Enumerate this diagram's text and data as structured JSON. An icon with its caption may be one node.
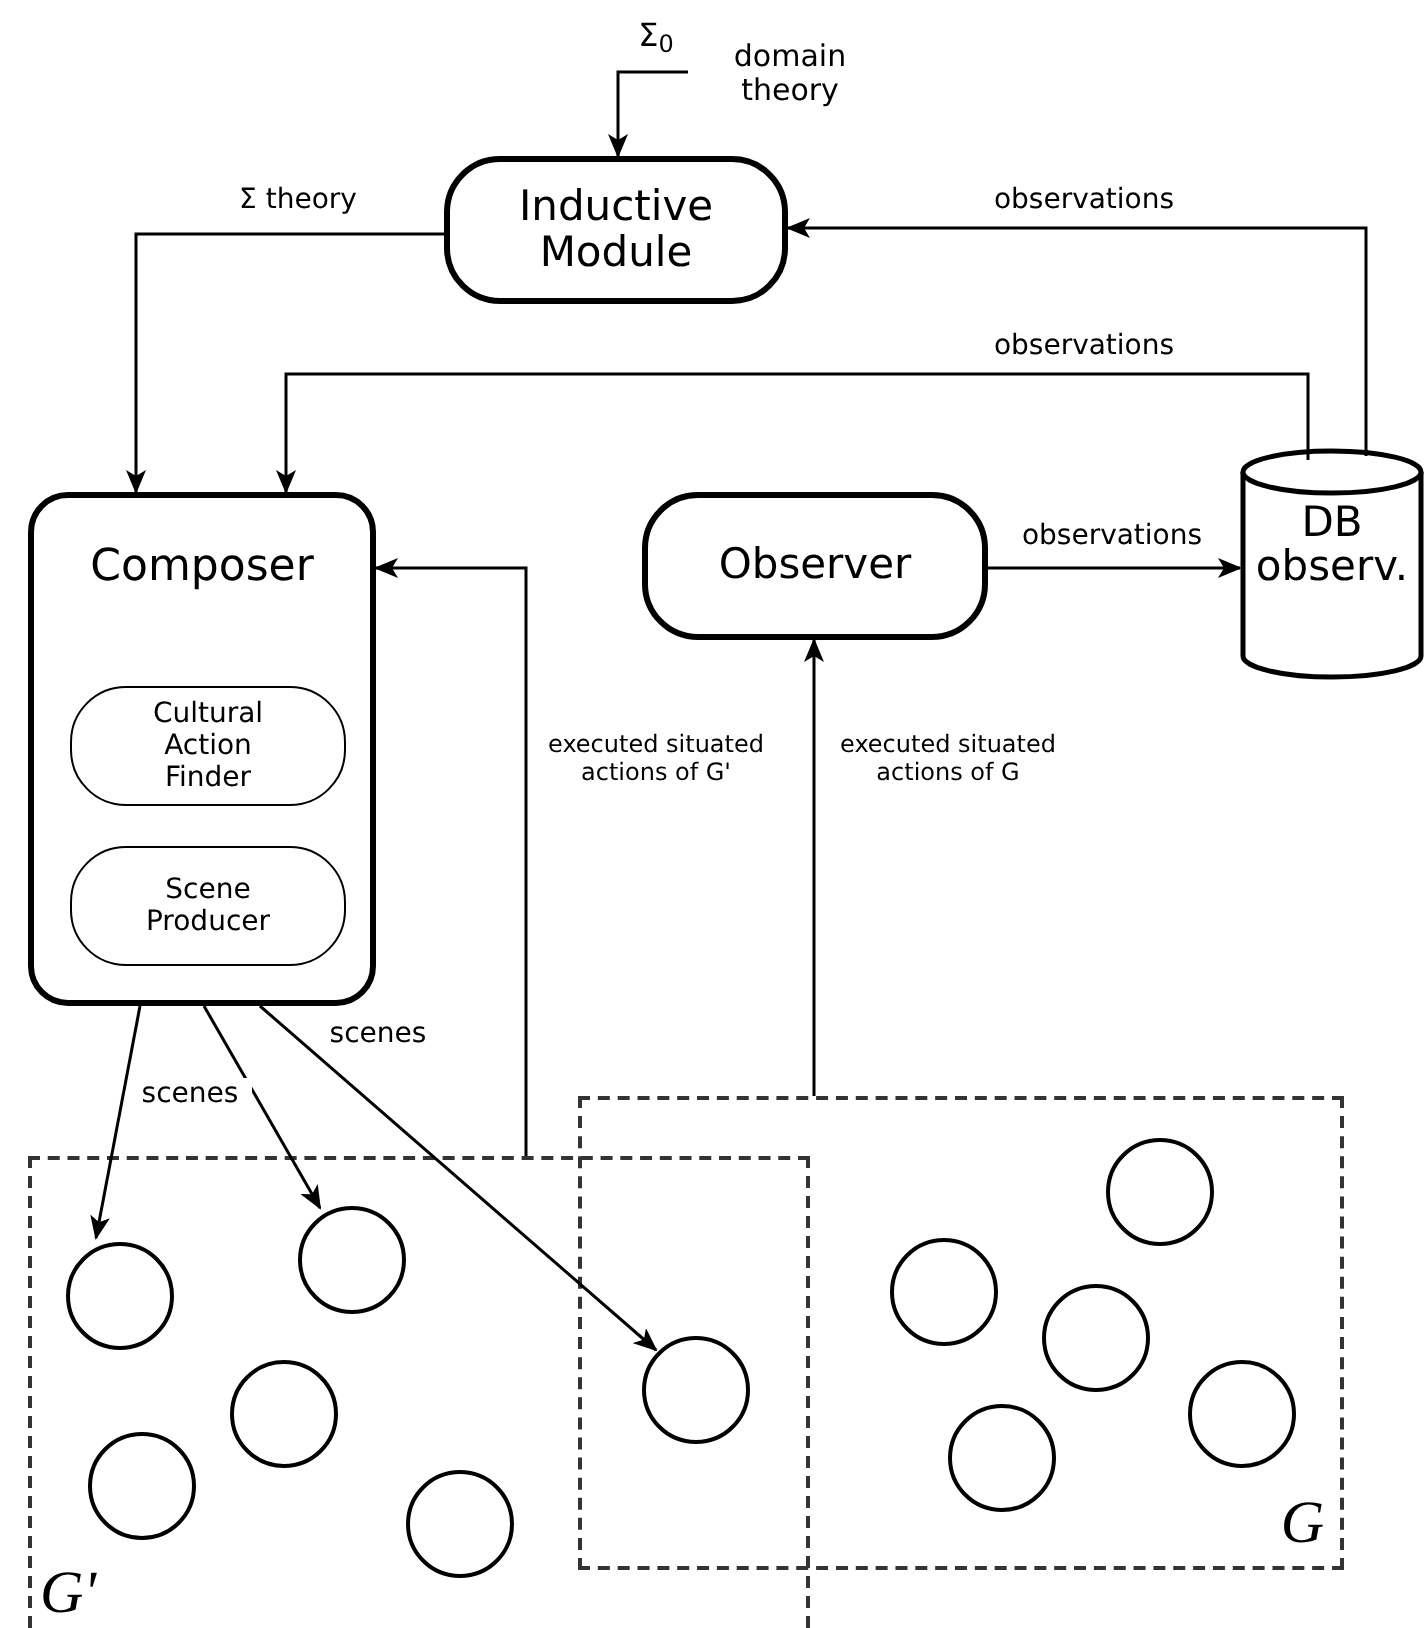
{
  "diagram": {
    "nodes": [
      {
        "text": [
          "Σ$_{0}$"
        ]
      },
      {
        "text": [
          "Inductive Module"
        ]
      },
      {
        "text": [
          "Composer"
        ]
      },
      {
        "text": [
          "Cultural Action Finder"
        ],
        "in": 2
      },
      {
        "text": [
          "Scene Producer"
        ],
        "in": 2
      },
      {
        "text": [
          "Observer"
        ]
      },
      {
        "text": [
          "DB observ."
        ]
      },
      {
        "text": [
          "G'"
        ]
      },
      {
        "text": [
          "G"
        ]
      },
      {
        "text": [],
        "shape": "circle",
        "in": 7
      },
      {
        "text": [],
        "shape": "circle",
        "in": 7
      },
      {
        "text": [],
        "shape": "circle",
        "in": 7
      },
      {
        "text": [],
        "shape": "circle",
        "in": 7
      },
      {
        "text": [],
        "shape": "circle",
        "in": 7
      },
      {
        "text": [],
        "shape": "circle"
      },
      {
        "text": [],
        "shape": "circle",
        "in": 8
      },
      {
        "text": [],
        "shape": "circle",
        "in": 8
      },
      {
        "text": [],
        "shape": "circle",
        "in": 8
      },
      {
        "text": [],
        "shape": "circle",
        "in": 8
      },
      {
        "text": [],
        "shape": "circle",
        "in": 8
      }
    ],
    "edges": [
      {
        "from": 0,
        "to": 1,
        "arrow": "to"
      },
      {
        "from": 1,
        "to": 2,
        "arrow": "to",
        "label": "Σ  theory"
      },
      {
        "from": 6,
        "to": 1,
        "arrow": "to",
        "label": "observations"
      },
      {
        "from": 6,
        "to": 2,
        "arrow": "to",
        "label": "observations"
      },
      {
        "from": 5,
        "to": 6,
        "arrow": "to",
        "label": "observations"
      },
      {
        "from": 8,
        "to": 5,
        "arrow": "to",
        "label": "executed situated actions of G"
      },
      {
        "from": 7,
        "to": 2,
        "arrow": "to",
        "label": "executed situated actions of G'"
      },
      {
        "from": 2,
        "to": 9,
        "arrow": "to",
        "label": "scenes"
      },
      {
        "from": 2,
        "to": 10,
        "arrow": "to"
      },
      {
        "from": 2,
        "to": 14,
        "arrow": "to",
        "label": "scenes"
      }
    ],
    "labels": [
      "domain theory"
    ]
  }
}
